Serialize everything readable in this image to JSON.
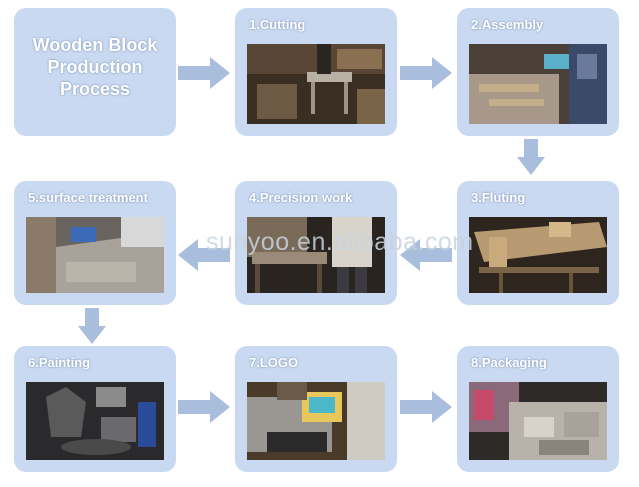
{
  "title": {
    "line1": "Wooden Block",
    "line2": "Production",
    "line3": "Process"
  },
  "steps": [
    {
      "label": "1.Cutting"
    },
    {
      "label": "2.Assembly"
    },
    {
      "label": "3.Fluting"
    },
    {
      "label": "4.Precision work"
    },
    {
      "label": "5.surface treatment"
    },
    {
      "label": "6.Painting"
    },
    {
      "label": "7.LOGO"
    },
    {
      "label": "8.Packaging"
    }
  ],
  "watermark": "sunyoo.en.alibaba.com",
  "colors": {
    "card": "#c9d9f1",
    "arrow": "#a9bedc",
    "label": "#ffffff"
  }
}
